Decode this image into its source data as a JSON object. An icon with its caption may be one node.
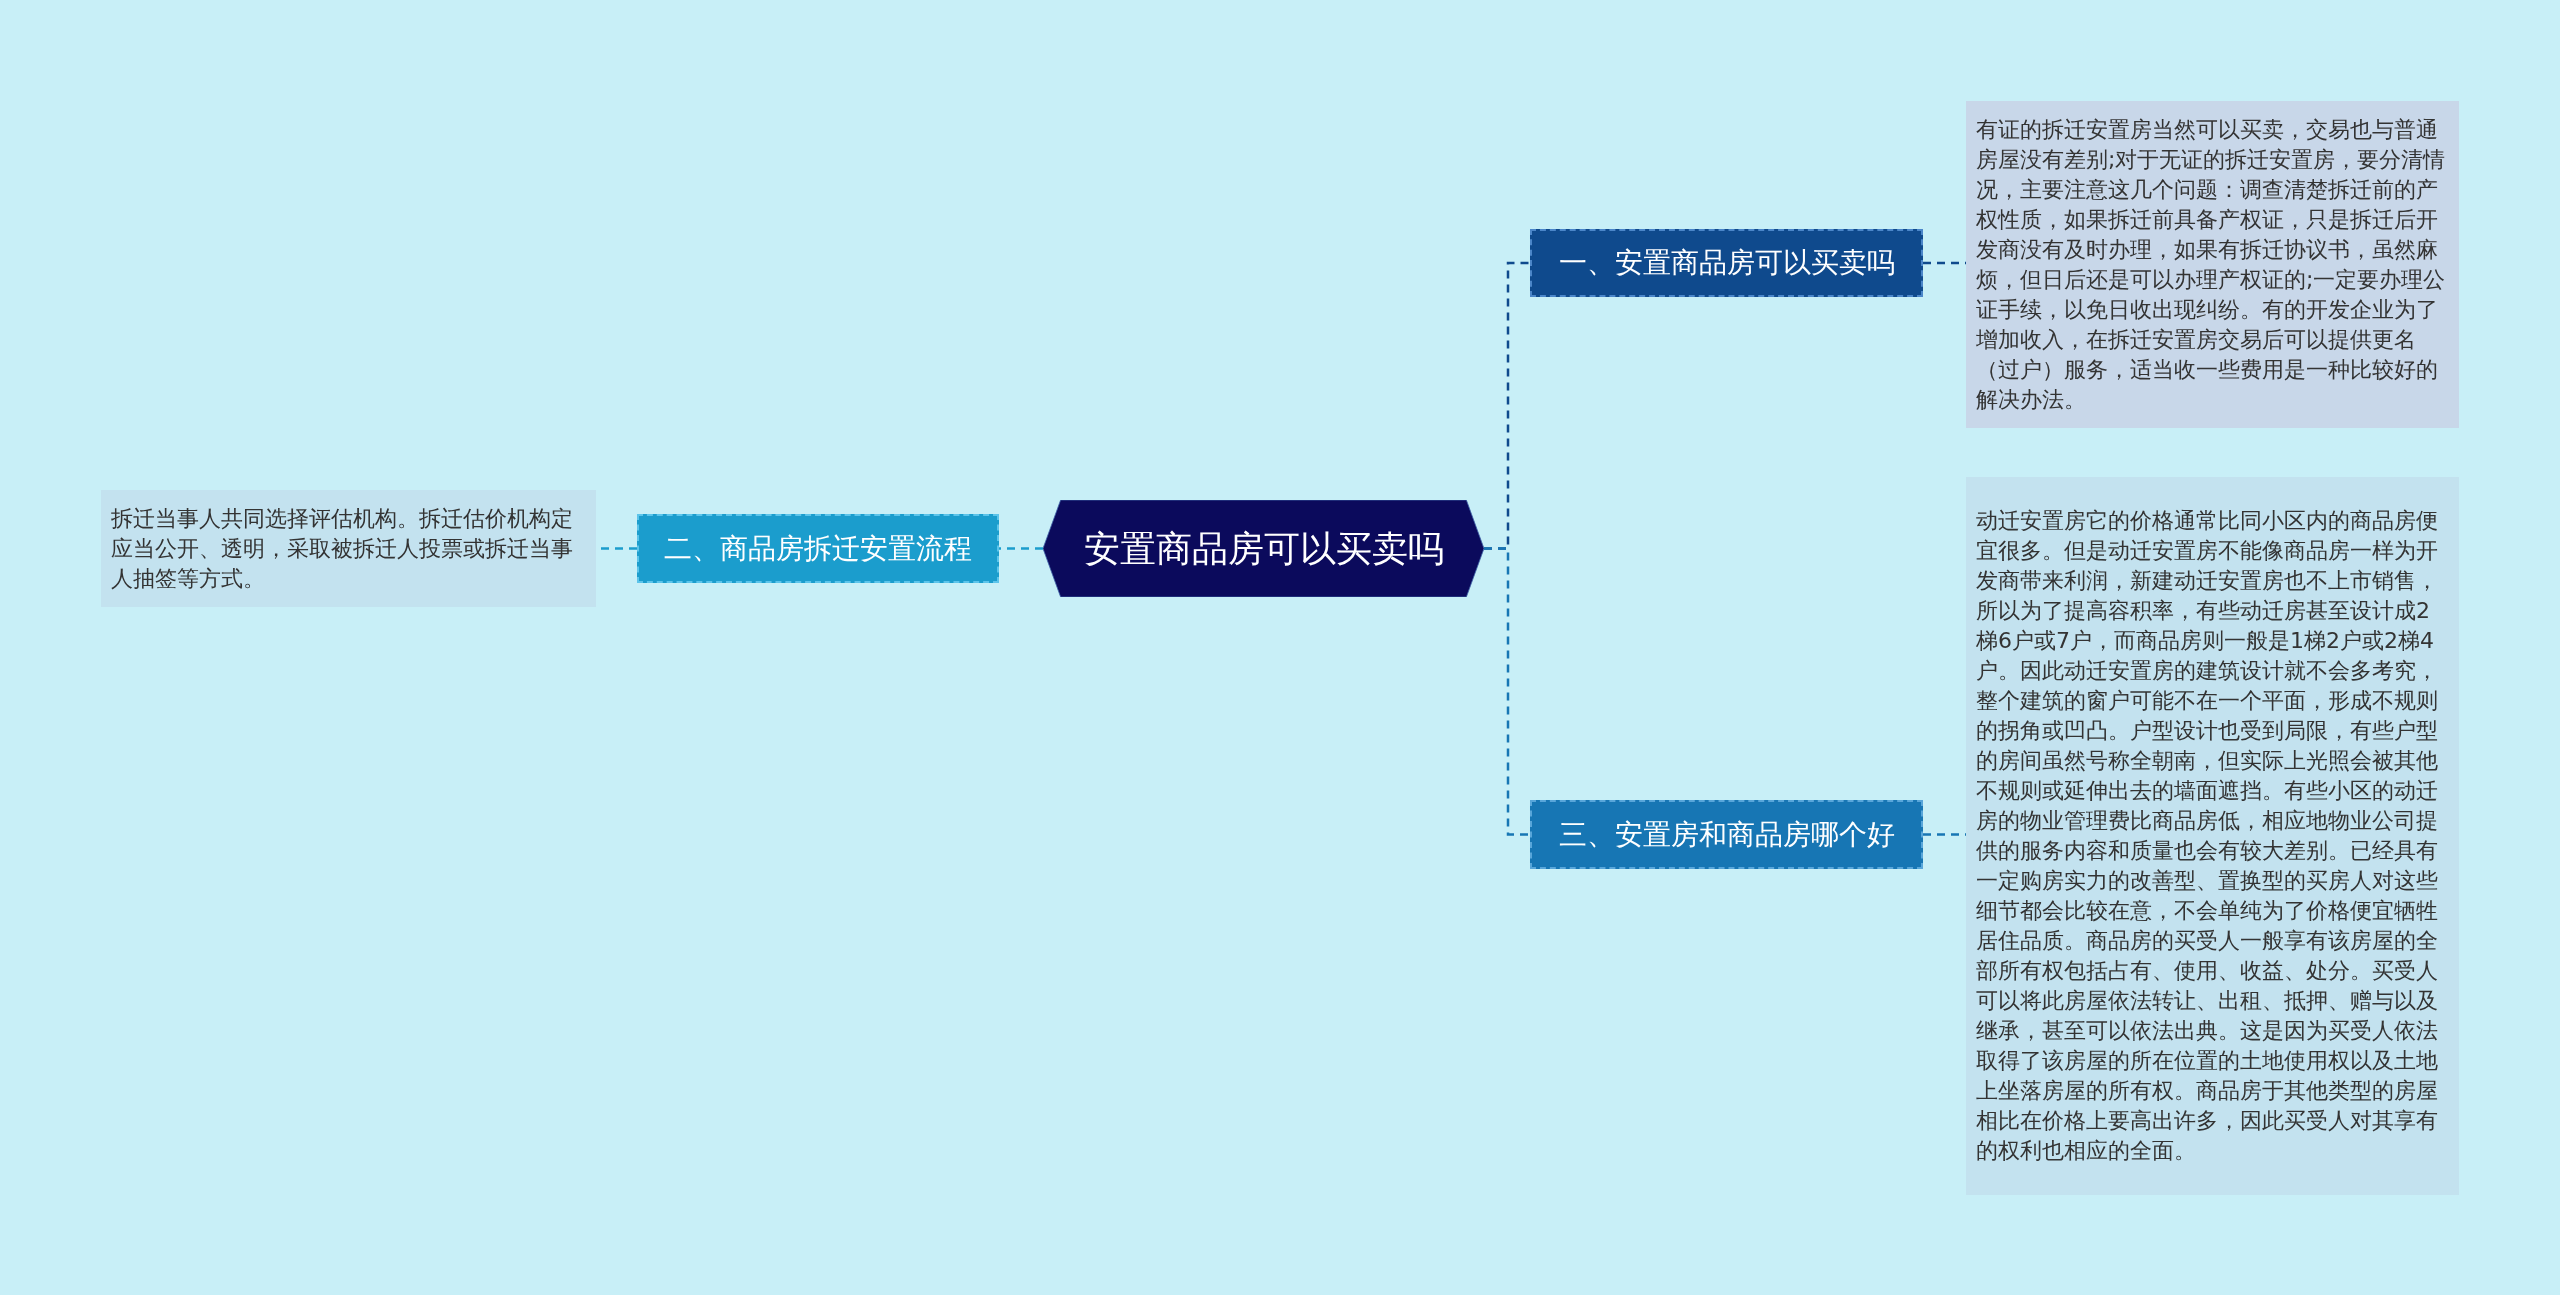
{
  "diagram": {
    "nodes": [
      {
        "text": [
          "安置商品房可以买卖吗"
        ]
      },
      {
        "text": [
          "一、安置商品房可以买卖吗"
        ]
      },
      {
        "text": [
          "有证的拆迁安置房当然可以买卖，交易也与普通房屋没有差别;对于无证的拆迁安置房，要分清情况，主要注意这几个问题：调查清楚拆迁前的产权性质，如果拆迁前具备产权证，只是拆迁后开发商没有及时办理，如果有拆迁协议书，虽然麻烦，但日后还是可以办理产权证的;一定要办理公证手续，以免日收出现纠纷。有的开发企业为了增加收入，在拆迁安置房交易后可以提供更名（过户）服务，适当收一些费用是一种比较好的解决办法。"
        ]
      },
      {
        "text": [
          "三、安置房和商品房哪个好"
        ]
      },
      {
        "text": [
          "动迁安置房它的价格通常比同小区内的商品房便宜很多。但是动迁安置房不能像商品房一样为开发商带来利润，新建动迁安置房也不上市销售，所以为了提高容积率，有些动迁房甚至设计成2梯6户或7户，而商品房则一般是1梯2户或2梯4户。因此动迁安置房的建筑设计就不会多考究，整个建筑的窗户可能不在一个平面，形成不规则的拐角或凹凸。户型设计也受到局限，有些户型的房间虽然号称全朝南，但实际上光照会被其他不规则或延伸出去的墙面遮挡。有些小区的动迁房的物业管理费比商品房低，相应地物业公司提供的服务内容和质量也会有较大差别。已经具有一定购房实力的改善型、置换型的买房人对这些细节都会比较在意，不会单纯为了价格便宜牺牲居住品质。商品房的买受人一般享有该房屋的全部所有权包括占有、使用、收益、处分。买受人可以将此房屋依法转让、出租、抵押、赠与以及继承，甚至可以依法出典。这是因为买受人依法取得了该房屋的所在位置的土地使用权以及土地上坐落房屋的所有权。商品房于其他类型的房屋相比在价格上要高出许多，因此买受人对其享有的权利也相应的全面。"
        ]
      },
      {
        "text": [
          "二、商品房拆迁安置流程"
        ]
      },
      {
        "text": [
          "拆迁当事人共同选择评估机构。拆迁估价机构定应当公开、透明，采取被拆迁人投票或拆迁当事人抽签等方式。"
        ]
      }
    ],
    "edges": [
      {
        "from": 0,
        "to": 1,
        "arrow": "none",
        "style": "dashed"
      },
      {
        "from": 1,
        "to": 2,
        "arrow": "none",
        "style": "dashed"
      },
      {
        "from": 0,
        "to": 3,
        "arrow": "none",
        "style": "dashed"
      },
      {
        "from": 3,
        "to": 4,
        "arrow": "none",
        "style": "dashed"
      },
      {
        "from": 0,
        "to": 5,
        "arrow": "none",
        "style": "dashed"
      },
      {
        "from": 5,
        "to": 6,
        "arrow": "none",
        "style": "dashed"
      }
    ]
  }
}
